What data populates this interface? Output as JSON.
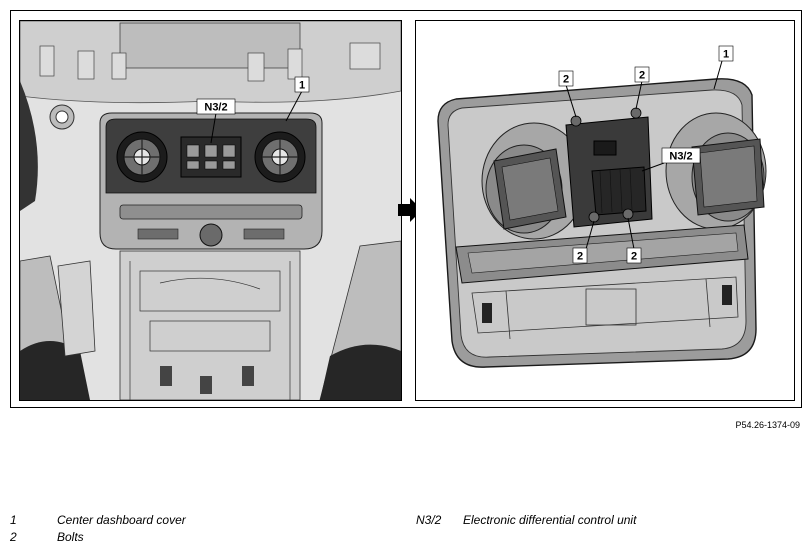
{
  "figure": {
    "callouts": {
      "left_cover": "1",
      "left_unit": "N3/2",
      "right_cover": "1",
      "right_bolt_top_left": "2",
      "right_bolt_top_right": "2",
      "right_unit": "N3/2",
      "right_bolt_bottom_left": "2",
      "right_bolt_bottom_right": "2"
    },
    "reference_code": "P54.26-1374-09",
    "arrow_icon": "right-arrow-icon"
  },
  "legend": [
    {
      "key": "1",
      "text": "Center dashboard cover"
    },
    {
      "key": "2",
      "text": "Bolts"
    },
    {
      "key": "N3/2",
      "text": "Electronic differential control unit"
    }
  ],
  "colors": {
    "outline": "#000000",
    "light_gray": "#d6d6d6",
    "mid_gray": "#9a9a9a",
    "dark_gray": "#3a3a3a"
  }
}
